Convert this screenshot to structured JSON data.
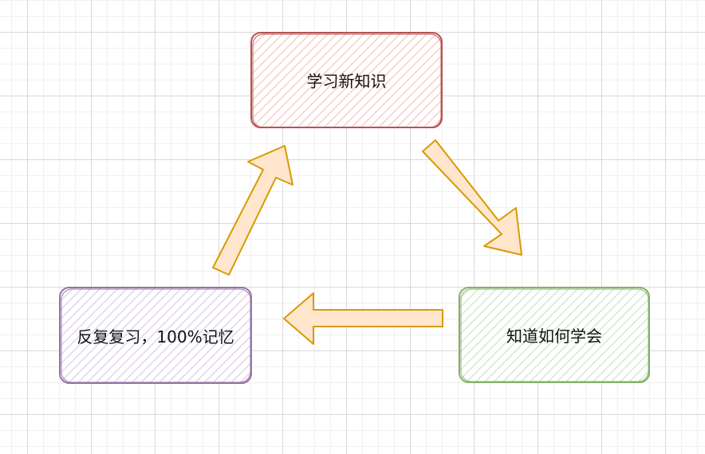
{
  "diagram": {
    "nodes": [
      {
        "id": "learn",
        "label": "学习新知识",
        "fill": "#f8cecc",
        "stroke": "#b85450"
      },
      {
        "id": "understand",
        "label": "知道如何学会",
        "fill": "#d5e8d4",
        "stroke": "#82b366"
      },
      {
        "id": "review",
        "label": "反复复习，100%记忆",
        "fill": "#e1d5e7",
        "stroke": "#9673a6"
      }
    ],
    "edges": [
      {
        "from": "learn",
        "to": "understand",
        "fill": "#ffe6cc",
        "stroke": "#d79b00"
      },
      {
        "from": "understand",
        "to": "review",
        "fill": "#ffe6cc",
        "stroke": "#d79b00"
      },
      {
        "from": "review",
        "to": "learn",
        "fill": "#ffe6cc",
        "stroke": "#d79b00"
      }
    ]
  }
}
